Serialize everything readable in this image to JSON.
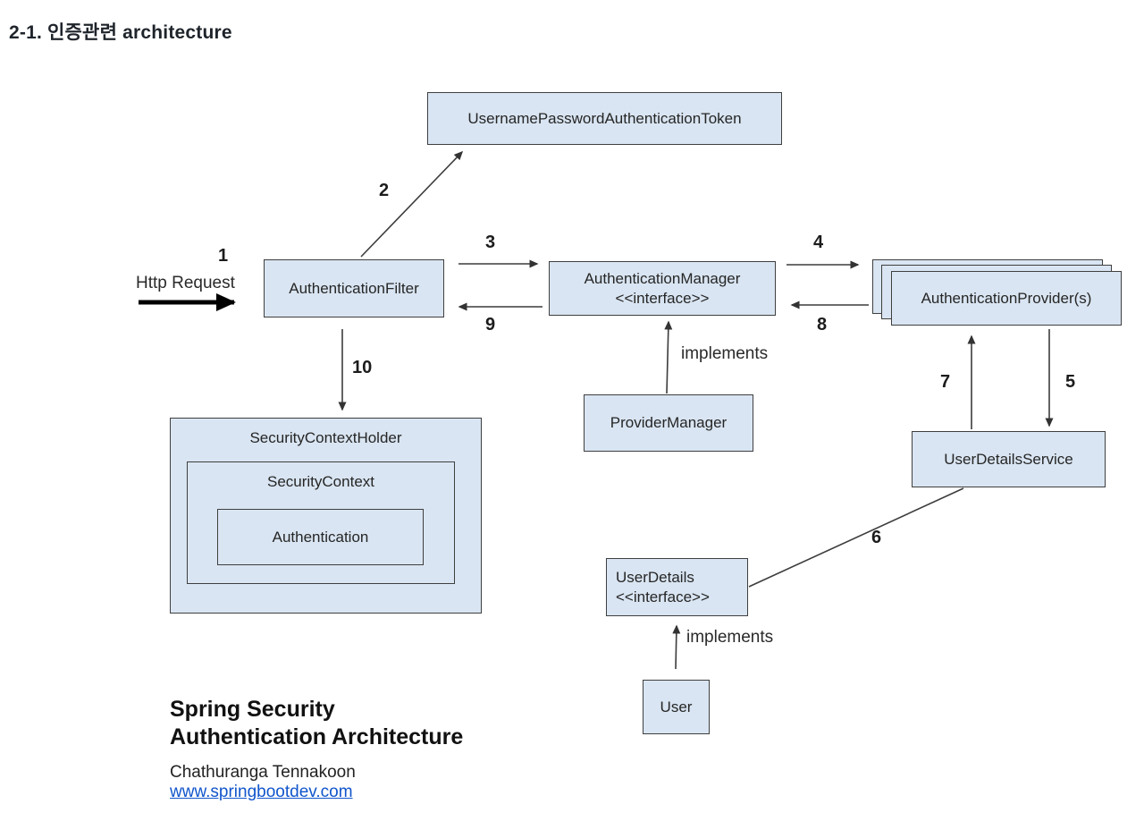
{
  "page": {
    "title": "2-1. 인증관련 architecture"
  },
  "diagram": {
    "boxes": {
      "token": "UsernamePasswordAuthenticationToken",
      "auth_filter": "AuthenticationFilter",
      "auth_manager": "AuthenticationManager",
      "auth_manager_stereotype": "<<interface>>",
      "providers": "AuthenticationProvider(s)",
      "provider_manager": "ProviderManager",
      "security_context_holder": "SecurityContextHolder",
      "security_context": "SecurityContext",
      "authentication": "Authentication",
      "user_details_service": "UserDetailsService",
      "user_details": "UserDetails",
      "user_details_stereotype": "<<interface>>",
      "user": "User"
    },
    "steps": {
      "s1": "1",
      "s2": "2",
      "s3": "3",
      "s4": "4",
      "s5": "5",
      "s6": "6",
      "s7": "7",
      "s8": "8",
      "s9": "9",
      "s10": "10"
    },
    "labels": {
      "http_request": "Http Request",
      "implements_provider_manager": "implements",
      "implements_user": "implements"
    },
    "colors": {
      "box_fill": "#d9e5f2",
      "box_border": "#3f3f3f",
      "line": "#3c3c3c",
      "link_blue": "#1155cc"
    }
  },
  "footer": {
    "heading_line1": "Spring Security",
    "heading_line2": "Authentication Architecture",
    "author": "Chathuranga Tennakoon",
    "website": "www.springbootdev.com"
  }
}
